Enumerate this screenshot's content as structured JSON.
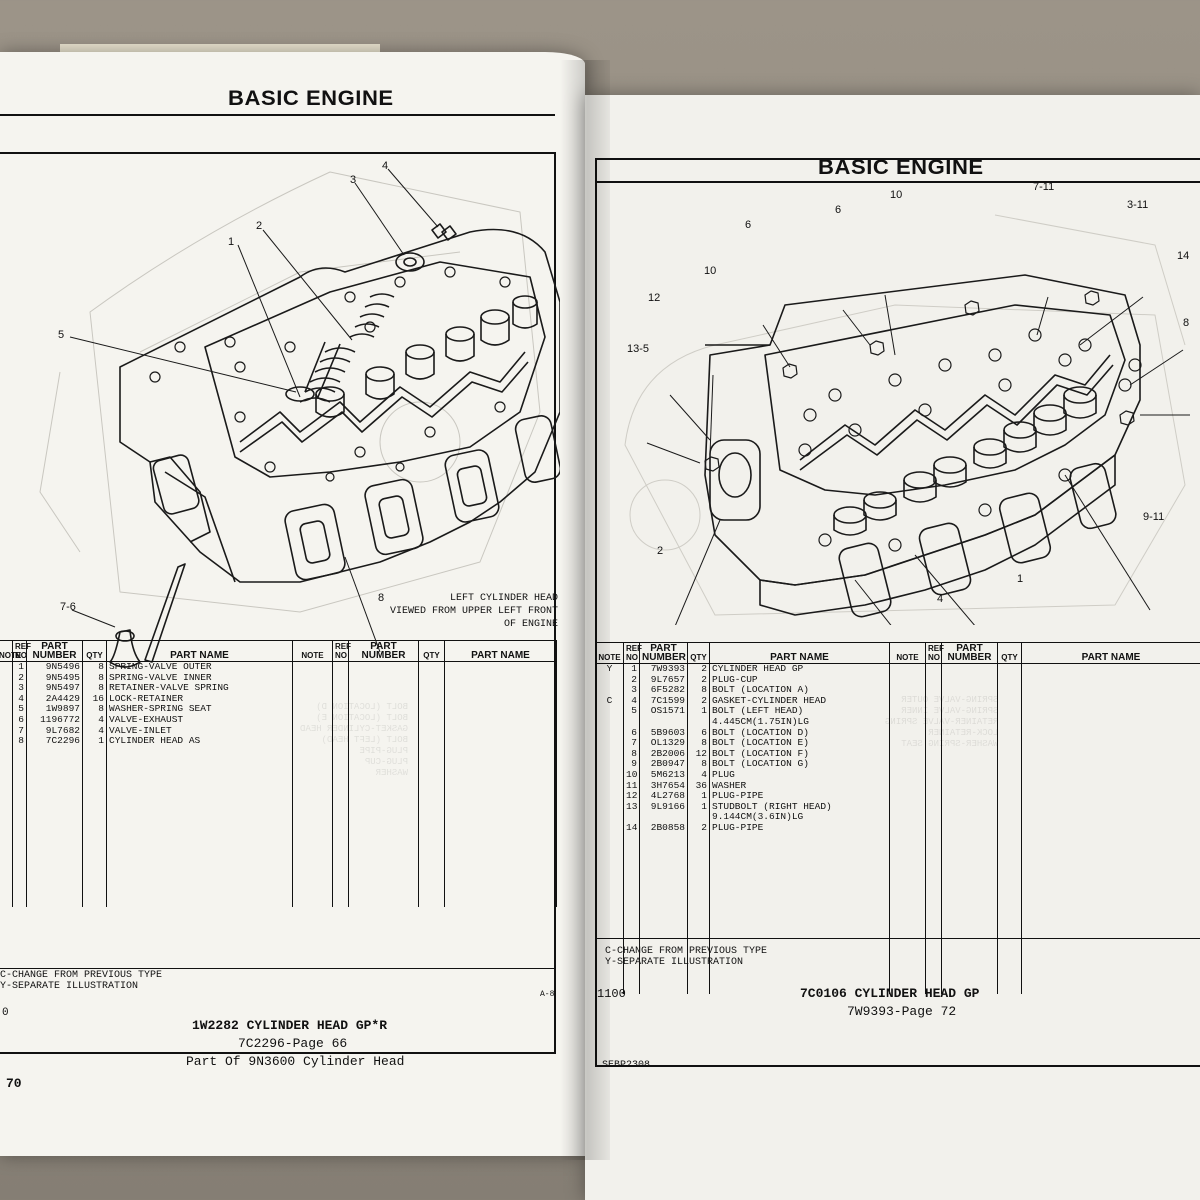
{
  "left_page": {
    "title": "BASIC ENGINE",
    "caption": [
      "LEFT CYLINDER HEAD",
      "VIEWED FROM UPPER LEFT FRONT",
      "OF ENGINE"
    ],
    "callouts": [
      "1",
      "2",
      "3",
      "4",
      "5",
      "7-6",
      "8"
    ],
    "table": {
      "headers": [
        "NOTE",
        "REF NO",
        "PART NUMBER",
        "QTY",
        "PART NAME"
      ],
      "rows": [
        {
          "ref": "1",
          "part": "9N5496",
          "qty": "8",
          "name": "SPRING-VALVE OUTER"
        },
        {
          "ref": "2",
          "part": "9N5495",
          "qty": "8",
          "name": "SPRING-VALVE INNER"
        },
        {
          "ref": "3",
          "part": "9N5497",
          "qty": "8",
          "name": "RETAINER-VALVE SPRING"
        },
        {
          "ref": "4",
          "part": "2A4429",
          "qty": "16",
          "name": "LOCK-RETAINER"
        },
        {
          "ref": "5",
          "part": "1W9897",
          "qty": "8",
          "name": "WASHER-SPRING SEAT"
        },
        {
          "ref": "6",
          "part": "1196772",
          "qty": "4",
          "name": "VALVE-EXHAUST"
        },
        {
          "ref": "7",
          "part": "9L7682",
          "qty": "4",
          "name": "VALVE-INLET"
        },
        {
          "ref": "8",
          "part": "7C2296",
          "qty": "1",
          "name": "CYLINDER HEAD AS"
        }
      ]
    },
    "notes": [
      "C-CHANGE FROM PREVIOUS TYPE",
      "Y-SEPARATE ILLUSTRATION"
    ],
    "corner_left": "0",
    "corner_right": "A-8",
    "group_title": "1W2282 CYLINDER HEAD GP*R",
    "group_ref": "7C2296-Page 66",
    "group_part_of": "Part Of 9N3600 Cylinder Head",
    "page_number": "70"
  },
  "right_page": {
    "title": "BASIC ENGINE",
    "callouts": [
      "10",
      "6",
      "7-11",
      "3-11",
      "6",
      "14",
      "10",
      "12",
      "8",
      "13-5",
      "2",
      "9-11",
      "1",
      "4"
    ],
    "table": {
      "headers": [
        "NOTE",
        "REF NO",
        "PART NUMBER",
        "QTY",
        "PART NAME"
      ],
      "rows": [
        {
          "note": "Y",
          "ref": "1",
          "part": "7W9393",
          "qty": "2",
          "name": "CYLINDER HEAD GP"
        },
        {
          "note": "",
          "ref": "2",
          "part": "9L7657",
          "qty": "2",
          "name": "PLUG-CUP"
        },
        {
          "note": "",
          "ref": "3",
          "part": "6F5282",
          "qty": "8",
          "name": "BOLT (LOCATION A)"
        },
        {
          "note": "C",
          "ref": "4",
          "part": "7C1599",
          "qty": "2",
          "name": "GASKET-CYLINDER HEAD"
        },
        {
          "note": "",
          "ref": "5",
          "part": "OS1571",
          "qty": "1",
          "name": "BOLT (LEFT HEAD)"
        },
        {
          "note": "",
          "ref": "",
          "part": "",
          "qty": "",
          "name": "4.445CM(1.75IN)LG"
        },
        {
          "note": "",
          "ref": "6",
          "part": "5B9603",
          "qty": "6",
          "name": "BOLT (LOCATION D)"
        },
        {
          "note": "",
          "ref": "7",
          "part": "OL1329",
          "qty": "8",
          "name": "BOLT (LOCATION E)"
        },
        {
          "note": "",
          "ref": "8",
          "part": "2B2006",
          "qty": "12",
          "name": "BOLT (LOCATION F)"
        },
        {
          "note": "",
          "ref": "9",
          "part": "2B0947",
          "qty": "8",
          "name": "BOLT (LOCATION G)"
        },
        {
          "note": "",
          "ref": "10",
          "part": "5M6213",
          "qty": "4",
          "name": "PLUG"
        },
        {
          "note": "",
          "ref": "11",
          "part": "3H7654",
          "qty": "36",
          "name": "WASHER"
        },
        {
          "note": "",
          "ref": "12",
          "part": "4L2768",
          "qty": "1",
          "name": "PLUG-PIPE"
        },
        {
          "note": "",
          "ref": "13",
          "part": "9L9166",
          "qty": "1",
          "name": "STUDBOLT (RIGHT HEAD)"
        },
        {
          "note": "",
          "ref": "",
          "part": "",
          "qty": "",
          "name": "9.144CM(3.6IN)LG"
        },
        {
          "note": "",
          "ref": "14",
          "part": "2B0858",
          "qty": "2",
          "name": "PLUG-PIPE"
        }
      ]
    },
    "notes": [
      "C-CHANGE FROM PREVIOUS TYPE",
      "Y-SEPARATE ILLUSTRATION"
    ],
    "page_number": "1100",
    "group_title": "7C0106 CYLINDER HEAD GP",
    "group_ref": "7W9393-Page 72",
    "doc_id": "SEBP2308"
  }
}
